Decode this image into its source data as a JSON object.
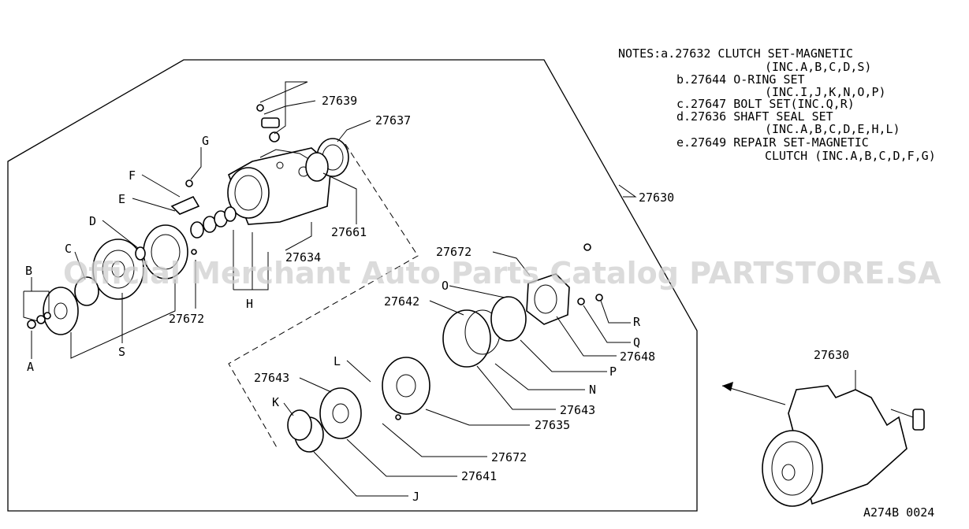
{
  "notes": [
    "NOTES:a.27632  CLUTCH SET-MAGNETIC",
    "(INC.A,B,C,D,S)",
    "b.27644  O-RING SET",
    "(INC.I,J,K,N,O,P)",
    "c.27647  BOLT SET(INC.Q,R)",
    "d.27636  SHAFT SEAL SET",
    "(INC.A,B,C,D,E,H,L)",
    "e.27649  REPAIR SET-MAGNETIC",
    "CLUTCH (INC.A,B,C,D,F,G)"
  ],
  "callouts": {
    "p27639": "27639",
    "p27637": "27637",
    "pG": "G",
    "pF": "F",
    "pE": "E",
    "pD": "D",
    "pC": "C",
    "pB": "B",
    "pA": "A",
    "pS": "S",
    "p27672a": "27672",
    "pH": "H",
    "p27634": "27634",
    "p27661": "27661",
    "p27630": "27630",
    "p27672b": "27672",
    "pO": "O",
    "p27642": "27642",
    "pR": "R",
    "pQ": "Q",
    "p27648": "27648",
    "pP": "P",
    "pN": "N",
    "p27643a": "27643",
    "pL": "L",
    "p27643b": "27643",
    "pK": "K",
    "p27635": "27635",
    "p27672c": "27672",
    "p27641": "27641",
    "pJ": "J",
    "p27630b": "27630"
  },
  "watermark": "Official Merchant Auto Parts Catalog PARTSTORE.SA",
  "drawing_code": "A274B 0024"
}
